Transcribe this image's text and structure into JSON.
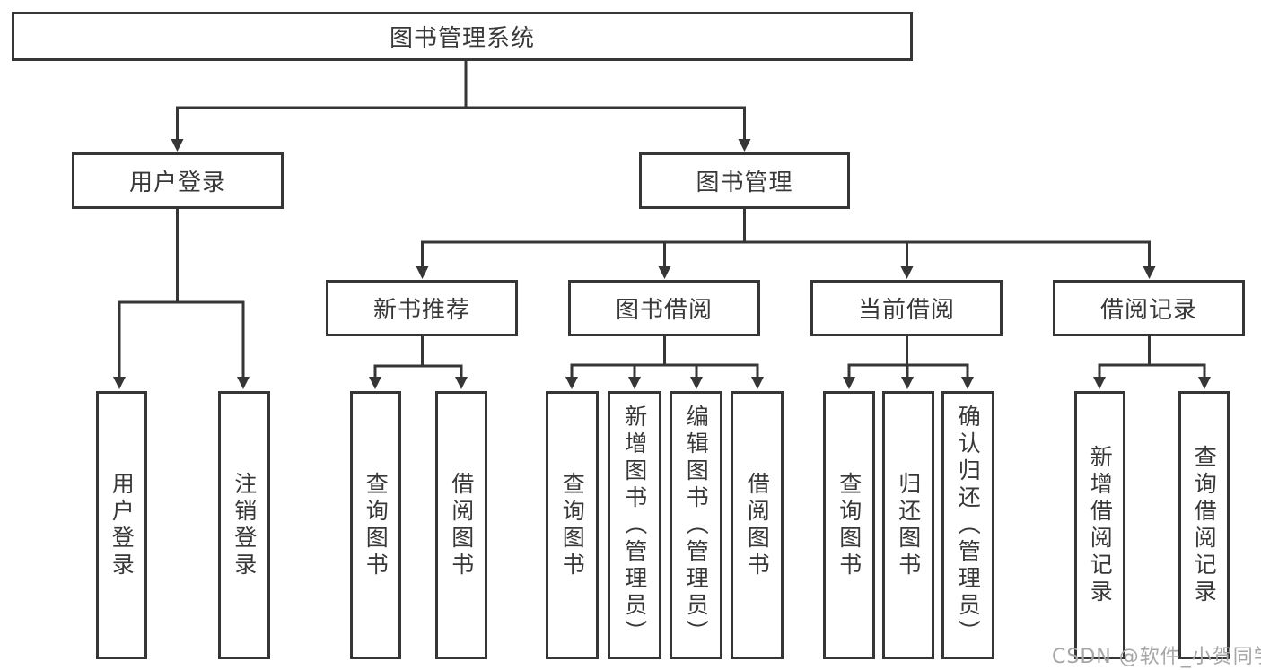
{
  "tree": {
    "root": {
      "label": "图书管理系统"
    },
    "children": [
      {
        "label": "用户登录",
        "children": [
          {
            "label": "用户登录"
          },
          {
            "label": "注销登录"
          }
        ]
      },
      {
        "label": "图书管理",
        "children": [
          {
            "label": "新书推荐",
            "children": [
              {
                "label": "查询图书"
              },
              {
                "label": "借阅图书"
              }
            ]
          },
          {
            "label": "图书借阅",
            "children": [
              {
                "label": "查询图书"
              },
              {
                "label": "新增图书（管理员）"
              },
              {
                "label": "编辑图书（管理员）"
              },
              {
                "label": "借阅图书"
              }
            ]
          },
          {
            "label": "当前借阅",
            "children": [
              {
                "label": "查询图书"
              },
              {
                "label": "归还图书"
              },
              {
                "label": "确认归还（管理员）"
              }
            ]
          },
          {
            "label": "借阅记录",
            "children": [
              {
                "label": "新增借阅记录"
              },
              {
                "label": "查询借阅记录"
              }
            ]
          }
        ]
      }
    ]
  },
  "watermark": {
    "text": "CSDN @软件_小贺同学"
  },
  "colors": {
    "line": "#363636",
    "text": "#383838",
    "background": "#ffffff",
    "watermark": "#a6a6a6"
  }
}
